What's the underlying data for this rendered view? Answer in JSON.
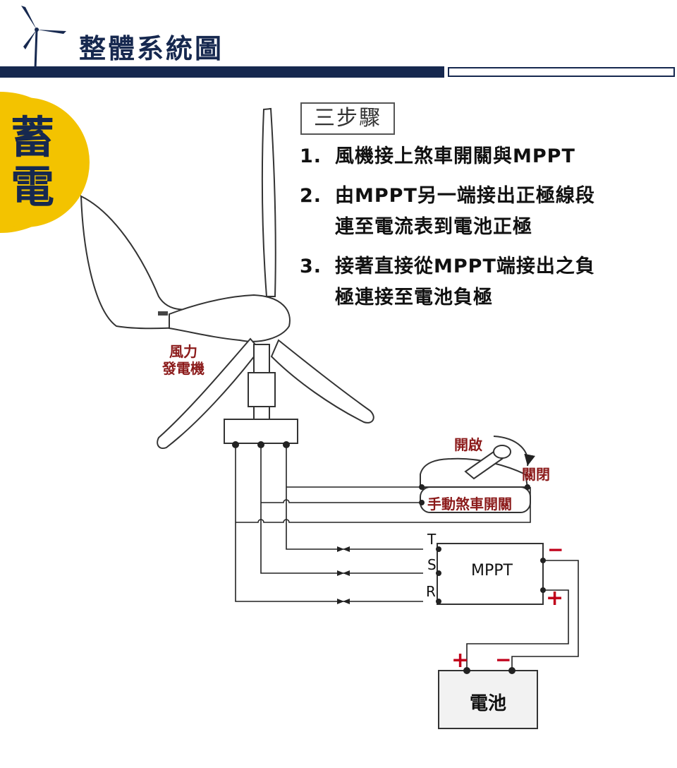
{
  "header": {
    "title": "整體系統圖"
  },
  "badge": {
    "line1": "蓄",
    "line2": "電"
  },
  "steps": {
    "heading": "三步驟",
    "items": [
      {
        "num": "1.",
        "lines": [
          "風機接上煞車開關與MPPT"
        ]
      },
      {
        "num": "2.",
        "lines": [
          "由MPPT另一端接出正極線段",
          "連至電流表到電池正極"
        ]
      },
      {
        "num": "3.",
        "lines": [
          "接著直接從MPPT端接出之負",
          "極連接至電池負極"
        ]
      }
    ]
  },
  "labels": {
    "wind_turbine_1": "風力",
    "wind_turbine_2": "發電機",
    "open": "開啟",
    "close": "關閉",
    "brake_switch": "手動煞車開關",
    "terminal_t": "T",
    "terminal_s": "S",
    "terminal_r": "R",
    "mppt": "MPPT",
    "battery": "電池",
    "plus": "+",
    "minus": "−",
    "nacelle_minus": "−"
  },
  "colors": {
    "navy": "#16284f",
    "badge_yellow": "#f3c300",
    "label_red": "#8b1a1a",
    "plus_red": "#c0001a"
  }
}
